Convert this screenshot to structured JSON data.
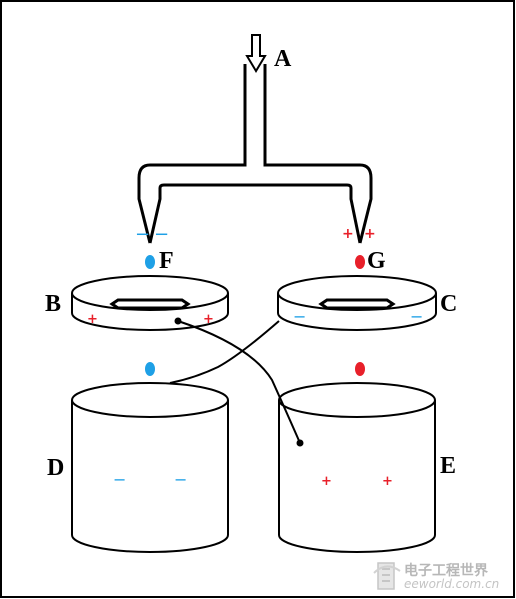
{
  "labels": {
    "a": "A",
    "b": "B",
    "c": "C",
    "d": "D",
    "e": "E",
    "f": "F",
    "g": "G"
  },
  "charges": {
    "plus": "+",
    "minus": "−"
  },
  "colors": {
    "negative": "#1ea0e6",
    "positive": "#e8202a",
    "stroke": "#000000"
  },
  "watermark": {
    "chinese": "电子工程世界",
    "english": "eeworld.com.cn"
  }
}
